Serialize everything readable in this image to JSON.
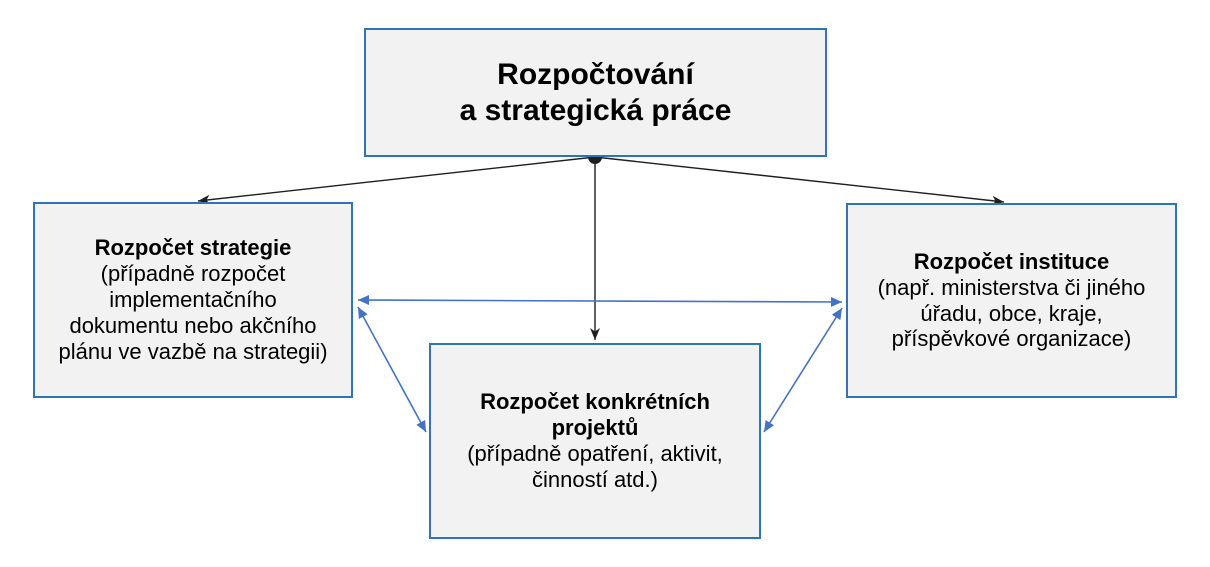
{
  "nodes": {
    "top": {
      "title": "Rozpočtování\na strategická práce"
    },
    "left": {
      "title": "Rozpočet strategie",
      "subtitle": "(případně rozpočet\nimplementačního\ndokumentu nebo akčního\nplánu ve vazbě na strategii)"
    },
    "right": {
      "title": "Rozpočet instituce",
      "subtitle": "(např. ministerstva či jiného\núřadu, obce, kraje,\npříspěvkové organizace)"
    },
    "bottom": {
      "title": "Rozpočet konkrétních\nprojektů",
      "subtitle": "(případně opatření, aktivit,\nčinností atd.)"
    }
  },
  "colors": {
    "background": "#FFFFFF",
    "node_fill": "#F2F2F2",
    "node_border": "#2E75B6",
    "connector_black": "#1F1F1F",
    "connector_blue": "#4472C4",
    "text": "#000000"
  }
}
